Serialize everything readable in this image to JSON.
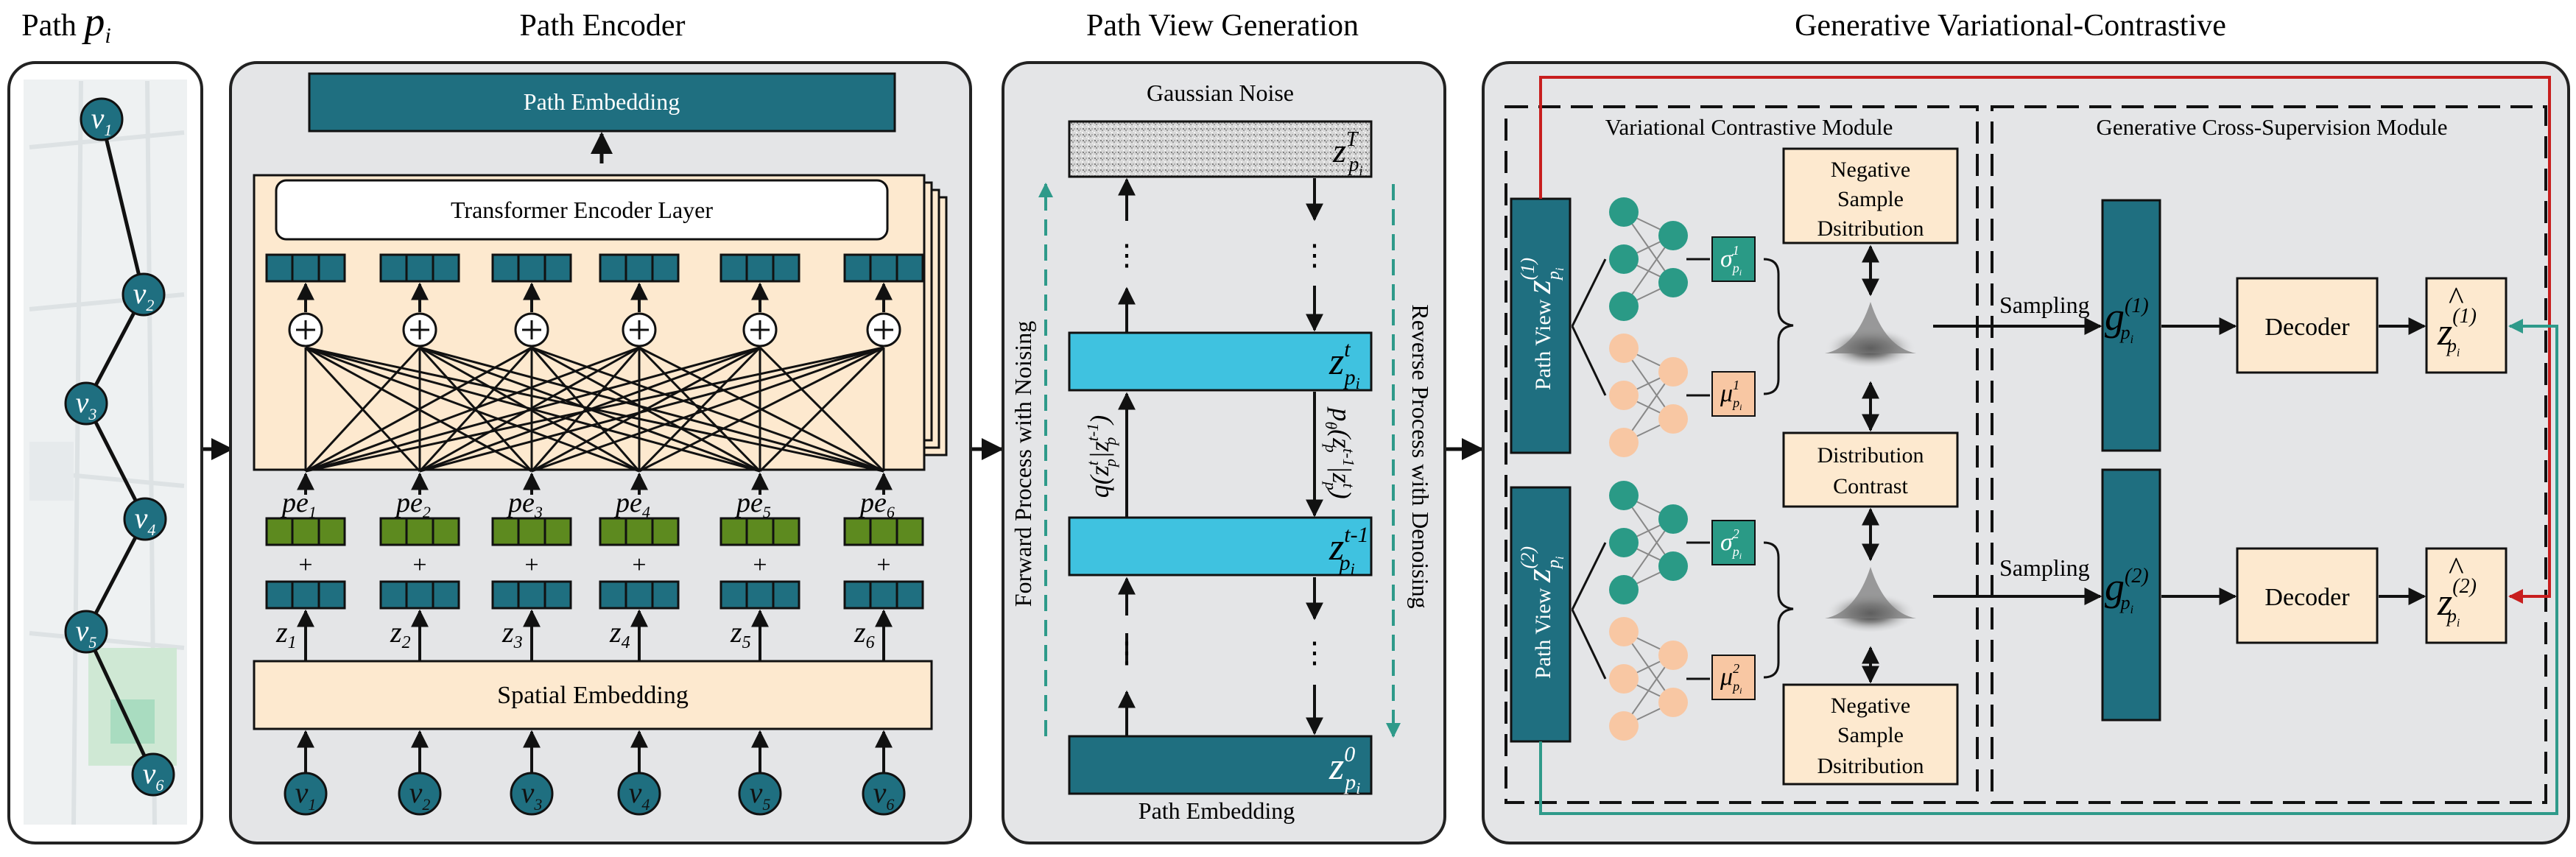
{
  "panels": {
    "path": "Path",
    "path_symbol": "p",
    "path_symbol_sub": "i",
    "encoder": "Path Encoder",
    "view_gen": "Path View Generation",
    "gvc": "Generative Variational-Contrastive"
  },
  "path_nodes": [
    {
      "sym": "v",
      "sub": "1"
    },
    {
      "sym": "v",
      "sub": "2"
    },
    {
      "sym": "v",
      "sub": "3"
    },
    {
      "sym": "v",
      "sub": "4"
    },
    {
      "sym": "v",
      "sub": "5"
    },
    {
      "sym": "v",
      "sub": "6"
    }
  ],
  "encoder": {
    "path_embedding": "Path Embedding",
    "transformer": "Transformer Encoder Layer",
    "spatial_embedding": "Spatial Embedding",
    "plus": "+",
    "pe": [
      {
        "sym": "pe",
        "sub": "1"
      },
      {
        "sym": "pe",
        "sub": "2"
      },
      {
        "sym": "pe",
        "sub": "3"
      },
      {
        "sym": "pe",
        "sub": "4"
      },
      {
        "sym": "pe",
        "sub": "5"
      },
      {
        "sym": "pe",
        "sub": "6"
      }
    ],
    "z": [
      {
        "sym": "z",
        "sub": "1"
      },
      {
        "sym": "z",
        "sub": "2"
      },
      {
        "sym": "z",
        "sub": "3"
      },
      {
        "sym": "z",
        "sub": "4"
      },
      {
        "sym": "z",
        "sub": "5"
      },
      {
        "sym": "z",
        "sub": "6"
      }
    ],
    "v": [
      {
        "sym": "v",
        "sub": "1"
      },
      {
        "sym": "v",
        "sub": "2"
      },
      {
        "sym": "v",
        "sub": "3"
      },
      {
        "sym": "v",
        "sub": "4"
      },
      {
        "sym": "v",
        "sub": "5"
      },
      {
        "sym": "v",
        "sub": "6"
      }
    ]
  },
  "viewgen": {
    "gaussian_noise": "Gaussian Noise",
    "path_embedding": "Path Embedding",
    "forward_process": "Forward Process with Noising",
    "reverse_process": "Reverse Process with Denoising",
    "dots": "⋮",
    "zT": {
      "sym": "z",
      "sup": "T",
      "sub": "p",
      "subsub": "i"
    },
    "zt": {
      "sym": "z",
      "sup": "t",
      "sub": "p",
      "subsub": "i"
    },
    "zt1": {
      "sym": "z",
      "sup": "t-1",
      "sub": "p",
      "subsub": "i"
    },
    "z0": {
      "sym": "z",
      "sup": "0",
      "sub": "p",
      "subsub": "i"
    },
    "q_label": "q(z",
    "q_label_mid": "|z",
    "q_label_end": ")",
    "q_sup1": "t",
    "q_sup2": "t-1",
    "q_sub": "p",
    "p_label": "p",
    "p_sub": "θ",
    "p_label_mid": "(z",
    "p_label_bar": "|z",
    "p_label_end": ")",
    "p_sup1": "t-1",
    "p_sup2": "t",
    "p_sub2": "p"
  },
  "gvc": {
    "vcm_title": "Variational Contrastive Module",
    "gcsm_title": "Generative Cross-Supervision Module",
    "path_view": "Path View",
    "negative_sample": [
      "Negative",
      "Sample",
      "Dsitribution"
    ],
    "distribution_contrast": [
      "Distribution",
      "Contrast"
    ],
    "sampling": "Sampling",
    "decoder": "Decoder",
    "z1": {
      "sym": "z",
      "sup": "(1)",
      "sub": "p",
      "subsub": "i"
    },
    "z2": {
      "sym": "z",
      "sup": "(2)",
      "sub": "p",
      "subsub": "i"
    },
    "sigma1": {
      "sym": "σ",
      "sup": "1",
      "sub": "p",
      "subsub": "i"
    },
    "mu1": {
      "sym": "μ",
      "sup": "1",
      "sub": "p",
      "subsub": "i"
    },
    "sigma2": {
      "sym": "σ",
      "sup": "2",
      "sub": "p",
      "subsub": "i"
    },
    "mu2": {
      "sym": "μ",
      "sup": "2",
      "sub": "p",
      "subsub": "i"
    },
    "g1": {
      "sym": "g",
      "sup": "(1)",
      "sub": "p",
      "subsub": "i"
    },
    "g2": {
      "sym": "g",
      "sup": "(2)",
      "sub": "p",
      "subsub": "i"
    },
    "zhat1": {
      "sym": "z",
      "sup": "(1)",
      "sub": "p",
      "subsub": "i",
      "hat": "^"
    },
    "zhat2": {
      "sym": "z",
      "sup": "(2)",
      "sub": "p",
      "subsub": "i",
      "hat": "^"
    }
  },
  "colors": {
    "teal_dark": "#1f6f80",
    "teal_node": "#2a9a86",
    "peach": "#fde9cf",
    "peach_node": "#f8c7a3",
    "green": "#5d8a1f",
    "cyan": "#3fc2e0",
    "panel_bg": "#e4e5e7",
    "red": "#c81e1e",
    "teal_line": "#2e9a8a"
  }
}
